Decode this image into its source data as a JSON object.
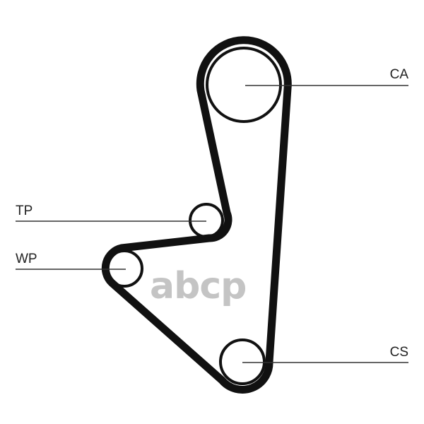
{
  "diagram": {
    "title": "Timing belt routing",
    "labels": {
      "camshaft": "CA",
      "tensioner": "TP",
      "water_pump": "WP",
      "crankshaft": "CS"
    },
    "watermark": "abcp",
    "colors": {
      "belt": "#111111",
      "line": "#333333",
      "watermark": "#c4c4c4"
    }
  }
}
